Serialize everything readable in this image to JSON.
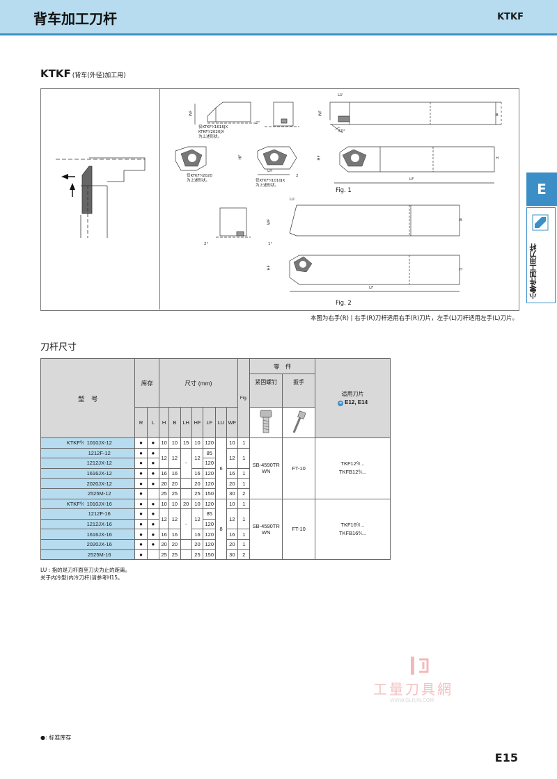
{
  "header": {
    "title": "背车加工刀杆",
    "code": "KTKF"
  },
  "section": {
    "title": "KTKF",
    "subtitle": "(背车(外径)加工用)"
  },
  "figure": {
    "dims": {
      "WF": "WF",
      "LU": "LU",
      "B": "B",
      "H": "H",
      "HF": "HF",
      "LF": "LF",
      "LH": "LH",
      "deg2": "2°",
      "deg60": "60°",
      "deg1": "1°",
      "two": "2"
    },
    "captions": {
      "c1": [
        "仅KTKF⁰⁄ₗ1616JX",
        "KTKF⁰⁄ₗ2020JX",
        "为上述形状。"
      ],
      "c2": [
        "仅KTKF⁰⁄ₗ2020",
        "为上述形状。"
      ],
      "c3": [
        "仅KTKF⁰⁄ₗ1010JX",
        "为上述形状。"
      ]
    },
    "fig1": "Fig. 1",
    "fig2": "Fig. 2",
    "note": "本图为右手(R) | 右手(R)刀杆适用右手(R)刀片，左手(L)刀杆适用左手(L)刀片。"
  },
  "table": {
    "title": "刀杆尺寸",
    "headers": {
      "model": "型　号",
      "stock": "库存",
      "dims": "尺寸 (mm)",
      "fig": "Fig.",
      "parts": "零　件",
      "screw": "紧固螺钉",
      "wrench": "扳手",
      "insert": "适用刀片",
      "insert_ref": "E12, E14",
      "R": "R",
      "L": "L",
      "H": "H",
      "B": "B",
      "LH": "LH",
      "HF": "HF",
      "LF": "LF",
      "LU": "LU",
      "WF": "WF"
    },
    "group1": {
      "prefix": "KTKF⁰⁄ₗ",
      "screw": "SB-4590TRWN",
      "wrench": "FT-10",
      "lu": "6",
      "insert": [
        "TKF12⁰⁄ₗ...",
        "TKFB12⁰⁄ₗ..."
      ],
      "rows": [
        {
          "model": "1010JX-12",
          "r": "●",
          "l": "●",
          "h": "10",
          "b": "10",
          "lh": "15",
          "hf": "10",
          "lf": "120",
          "wf": "10",
          "fig": "1"
        },
        {
          "model": "1212F-12",
          "r": "●",
          "l": "●",
          "lf": "85"
        },
        {
          "model": "1212JX-12",
          "r": "●",
          "l": "●",
          "lf": "120"
        },
        {
          "model": "1616JX-12",
          "r": "●",
          "l": "●",
          "h": "16",
          "b": "16",
          "lh": "-",
          "hf": "16",
          "lf": "120",
          "wf": "16",
          "fig": "1"
        },
        {
          "model": "2020JX-12",
          "r": "●",
          "l": "●",
          "h": "20",
          "b": "20",
          "hf": "20",
          "lf": "120",
          "wf": "20",
          "fig": "1"
        },
        {
          "model": "2525M-12",
          "r": "●",
          "l": "",
          "h": "25",
          "b": "25",
          "hf": "25",
          "lf": "150",
          "wf": "30",
          "fig": "2"
        }
      ],
      "merged": {
        "h": "12",
        "b": "12",
        "hf": "12",
        "wf": "12",
        "fig": "1"
      }
    },
    "group2": {
      "prefix": "KTKF⁰⁄ₗ",
      "screw": "SB-4590TRWN",
      "wrench": "FT-10",
      "lu": "8",
      "insert": [
        "TKF16⁰⁄ₗ...",
        "TKFB16⁰⁄ₗ..."
      ],
      "rows": [
        {
          "model": "1010JX-16",
          "r": "●",
          "l": "●",
          "h": "10",
          "b": "10",
          "lh": "20",
          "hf": "10",
          "lf": "120",
          "wf": "10",
          "fig": "1"
        },
        {
          "model": "1212F-16",
          "r": "●",
          "l": "●",
          "lf": "85"
        },
        {
          "model": "1212JX-16",
          "r": "●",
          "l": "●",
          "lf": "120"
        },
        {
          "model": "1616JX-16",
          "r": "●",
          "l": "●",
          "h": "16",
          "b": "16",
          "lh": "-",
          "hf": "16",
          "lf": "120",
          "wf": "16",
          "fig": "1"
        },
        {
          "model": "2020JX-16",
          "r": "●",
          "l": "●",
          "h": "20",
          "b": "20",
          "hf": "20",
          "lf": "120",
          "wf": "20",
          "fig": "1"
        },
        {
          "model": "2525M-16",
          "r": "●",
          "l": "",
          "h": "25",
          "b": "25",
          "hf": "25",
          "lf": "150",
          "wf": "30",
          "fig": "2"
        }
      ],
      "merged": {
        "h": "12",
        "b": "12",
        "hf": "12",
        "wf": "12",
        "fig": "1"
      }
    }
  },
  "footnotes": {
    "lu": "LU : 指的是刀杆面至刀尖为止的距离。",
    "ref": "关于内冷型(内冷刀杆)请参考H15。",
    "stock": "●: 标准库存"
  },
  "side_tab": {
    "letter": "E",
    "label": "小零件加工用刀杆"
  },
  "watermark": {
    "text": "工量刀具網",
    "url": "WWW.GLRJW.COM"
  },
  "page_number": "E15",
  "colors": {
    "accent": "#3b8fc6",
    "header_bg": "#b7dcef",
    "model_bg": "#b7dcef"
  }
}
